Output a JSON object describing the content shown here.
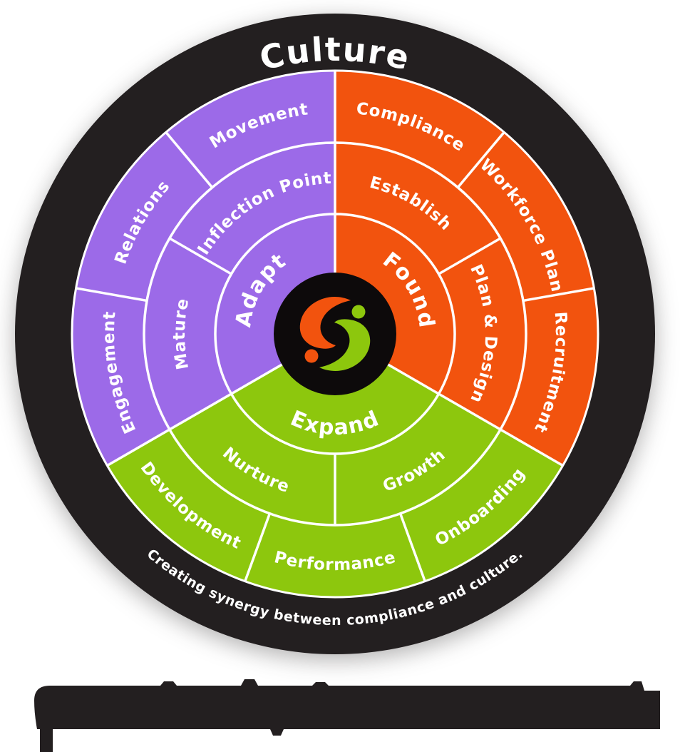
{
  "diagram": {
    "type": "circular-framework-wheel",
    "title_arc": "Culture",
    "caption_arc": "Creating synergy between compliance and culture.",
    "colors": {
      "background": "#ffffff",
      "ring": "#231f20",
      "divider": "#ffffff",
      "hub": "#0d0a0b",
      "text": "#ffffff",
      "orange": "#f2530e",
      "green": "#8dc70d",
      "purple": "#9c6ae8",
      "wordmark": "#231f20"
    },
    "sectors": [
      {
        "id": "found",
        "inner_label": "Found",
        "color_key": "orange",
        "start": -90,
        "end": 30,
        "reversed": false,
        "middle_segments": [
          {
            "label": "Establish",
            "start": -90,
            "end": -30
          },
          {
            "label": "Plan & Design",
            "start": -30,
            "end": 30
          }
        ],
        "outer_segments": [
          {
            "label": "Compliance",
            "start": -90,
            "end": -50
          },
          {
            "label": "Workforce Plan",
            "start": -50,
            "end": -10
          },
          {
            "label": "Recruitment",
            "start": -10,
            "end": 30
          }
        ]
      },
      {
        "id": "expand",
        "inner_label": "Expand",
        "color_key": "green",
        "start": 30,
        "end": 150,
        "reversed": true,
        "middle_segments": [
          {
            "label": "Growth",
            "start": 30,
            "end": 90
          },
          {
            "label": "Nurture",
            "start": 90,
            "end": 150
          }
        ],
        "outer_segments": [
          {
            "label": "Onboarding",
            "start": 30,
            "end": 70
          },
          {
            "label": "Performance",
            "start": 70,
            "end": 110
          },
          {
            "label": "Development",
            "start": 110,
            "end": 150
          }
        ]
      },
      {
        "id": "adapt",
        "inner_label": "Adapt",
        "color_key": "purple",
        "start": 150,
        "end": 270,
        "reversed": false,
        "middle_segments": [
          {
            "label": "Mature",
            "start": 150,
            "end": 210
          },
          {
            "label": "Inflection Point",
            "start": 210,
            "end": 270
          }
        ],
        "outer_segments": [
          {
            "label": "Engagement",
            "start": 150,
            "end": 190
          },
          {
            "label": "Relations",
            "start": 190,
            "end": 230
          },
          {
            "label": "Movement",
            "start": 230,
            "end": 270
          }
        ]
      }
    ],
    "logo": {
      "name": "synergy-swirl-logo",
      "orange": "#f2530e",
      "green": "#8dc70d"
    }
  }
}
